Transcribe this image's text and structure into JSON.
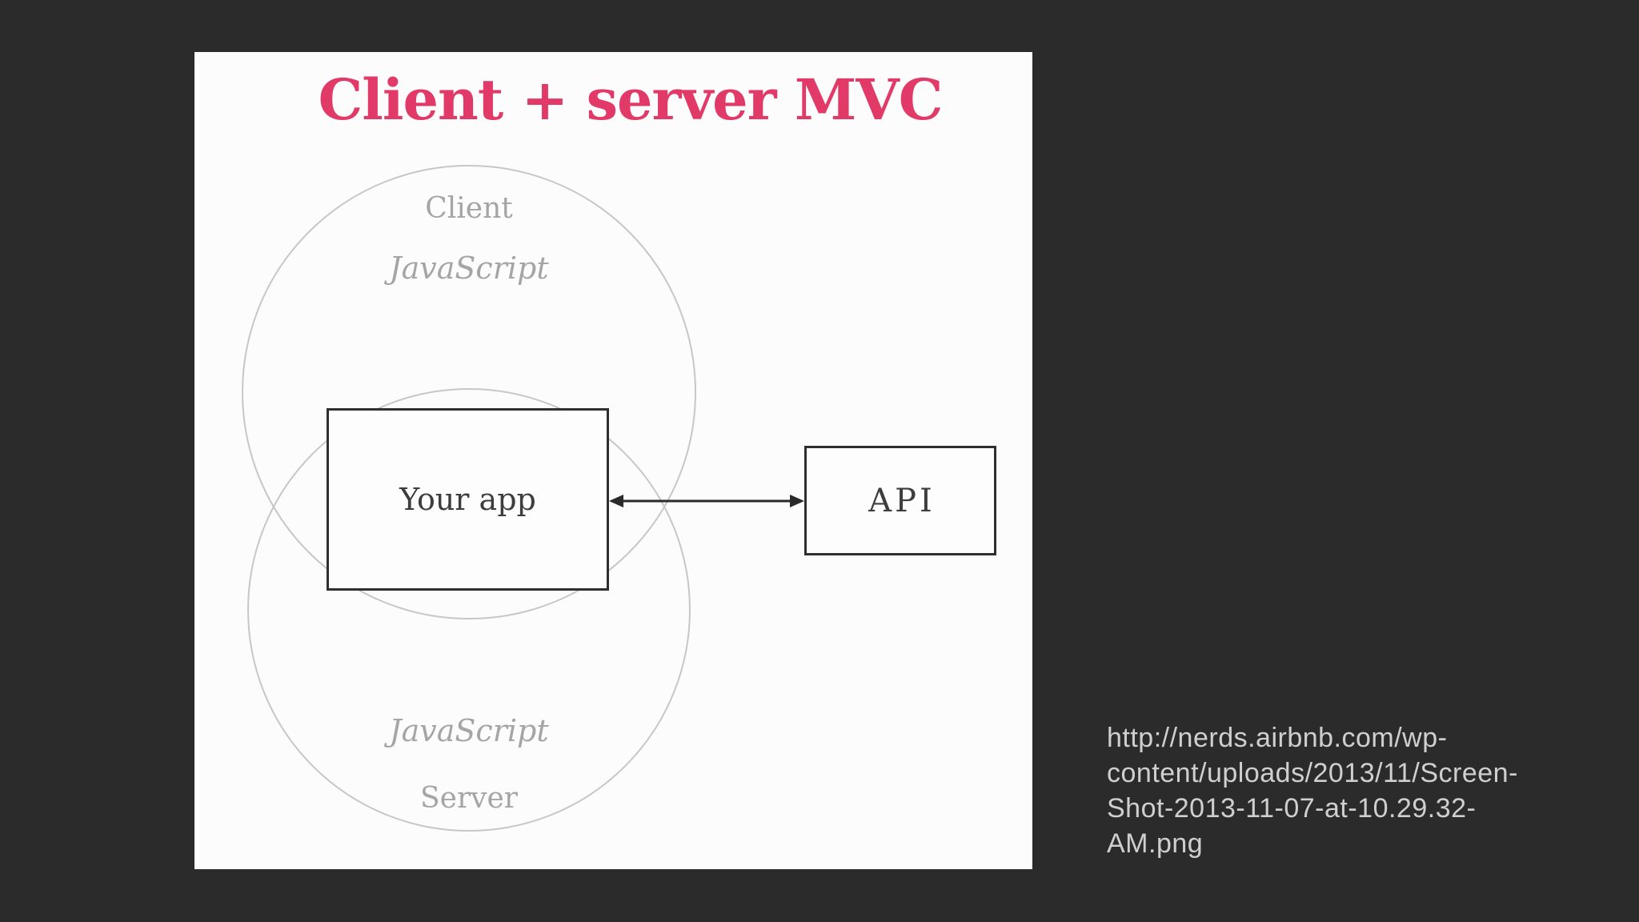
{
  "background_color": "#2c2b2c",
  "slide": {
    "background_color": "#fcfcfc",
    "title": "Client + server MVC",
    "title_color": "#e23a68",
    "venn": {
      "stroke_color": "#c7c7c7",
      "label_color": "#a5a5a5",
      "top_circle": {
        "label": "Client",
        "sublabel": "JavaScript"
      },
      "bottom_circle": {
        "sublabel": "JavaScript",
        "label": "Server"
      }
    },
    "boxes": {
      "border_color": "#2f2f2f",
      "text_color": "#3d3d3d",
      "your_app": "Your app",
      "api": "API"
    },
    "arrow": {
      "type": "double-headed",
      "color": "#2a2a2a",
      "connects": [
        "Your app",
        "API"
      ]
    }
  },
  "caption": {
    "color": "#cfcfcf",
    "full_url": "http://nerds.airbnb.com/wp-content/uploads/2013/11/Screen-Shot-2013-11-07-at-10.29.32-AM.png",
    "lines": [
      "http://nerds.airbnb.com/wp-",
      "content/uploads/2013/11/Screen-",
      "Shot-2013-11-07-at-10.29.32-",
      "AM.png"
    ]
  }
}
